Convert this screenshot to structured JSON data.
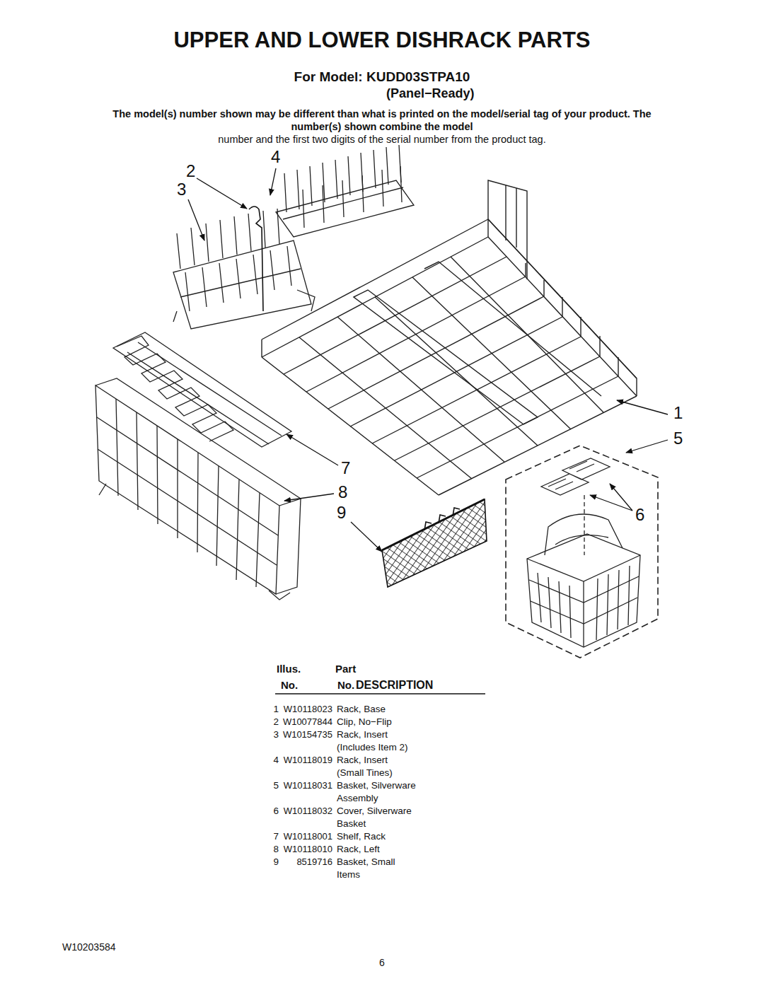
{
  "diagram": {
    "title": "UPPER AND LOWER DISHRACK PARTS",
    "labels": [
      "For Model: KUDD03STPA10",
      "(Panel−Ready)",
      "The model(s) number shown may be different than what is printed on the model/serial tag of your product. The number(s) shown combine the model",
      "number and the first two digits of the serial number from the product tag.",
      "4",
      "2",
      "3",
      "1",
      "5",
      "7",
      "8",
      "9",
      "6",
      "Illus.",
      "Part",
      "No.",
      "No.",
      "DESCRIPTION",
      "1",
      "W10118023",
      "Rack, Base",
      "2",
      "W10077844",
      "Clip, No−Flip",
      "3",
      "W10154735",
      "Rack, Insert (Includes Item 2)",
      "4",
      "W10118019",
      "Rack, Insert (Small Tines)",
      "5",
      "W10118031",
      "Basket, Silverware Assembly",
      "6",
      "W10118032",
      "Cover, Silverware Basket",
      "7",
      "W10118001",
      "Shelf, Rack",
      "8",
      "W10118010",
      "Rack, Left",
      "9",
      "8519716",
      "Basket, Small Items",
      "W10203584",
      "6"
    ]
  }
}
